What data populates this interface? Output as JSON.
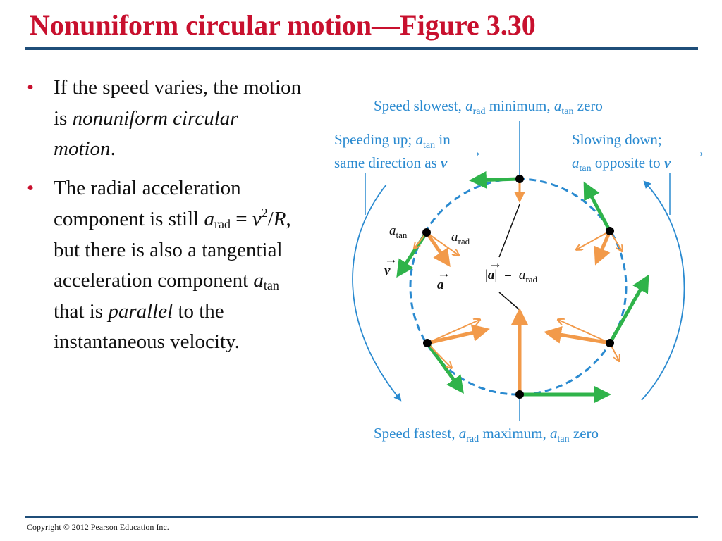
{
  "title": "Nonuniform circular motion—Figure 3.30",
  "bullet_marker": "•",
  "bullet1": {
    "text1": "If the speed varies, the motion is ",
    "emphasis": "nonuniform circular motion",
    "text2": "."
  },
  "bullet2": {
    "part1": "The radial acceleration component is still ",
    "a": "a",
    "rad": "rad",
    "eq": " = ",
    "v": "v",
    "sq": "2",
    "slash": "/",
    "R": "R",
    "part2": ",  but there is also a tangential acceleration component ",
    "a2": "a",
    "tan": "tan",
    "part3": " that is ",
    "parallel": "parallel",
    "part4": " to the instantaneous velocity."
  },
  "figure": {
    "top_label": {
      "t1": "Speed slowest, ",
      "t2": " minimum, ",
      "t3": " zero"
    },
    "bottom_label": {
      "t1": "Speed fastest, ",
      "t2": " maximum, ",
      "t3": " zero"
    },
    "left_label": {
      "line1": "Speeding up; ",
      "line1b": " in",
      "line2": "same direction as "
    },
    "right_label": {
      "line1": "Slowing down;",
      "line2": " opposite to "
    },
    "sym": {
      "a": "a",
      "rad": "rad",
      "tan": "tan",
      "v": "v",
      "v_vec": "v",
      "a_vec": "a",
      "eq": "=",
      "bars": "|"
    },
    "colors": {
      "circle": "#2a8ad0",
      "velocity": "#2fb34a",
      "acceleration": "#f29a4a",
      "label": "#2a8ad0"
    }
  },
  "copyright": "Copyright © 2012 Pearson Education Inc."
}
